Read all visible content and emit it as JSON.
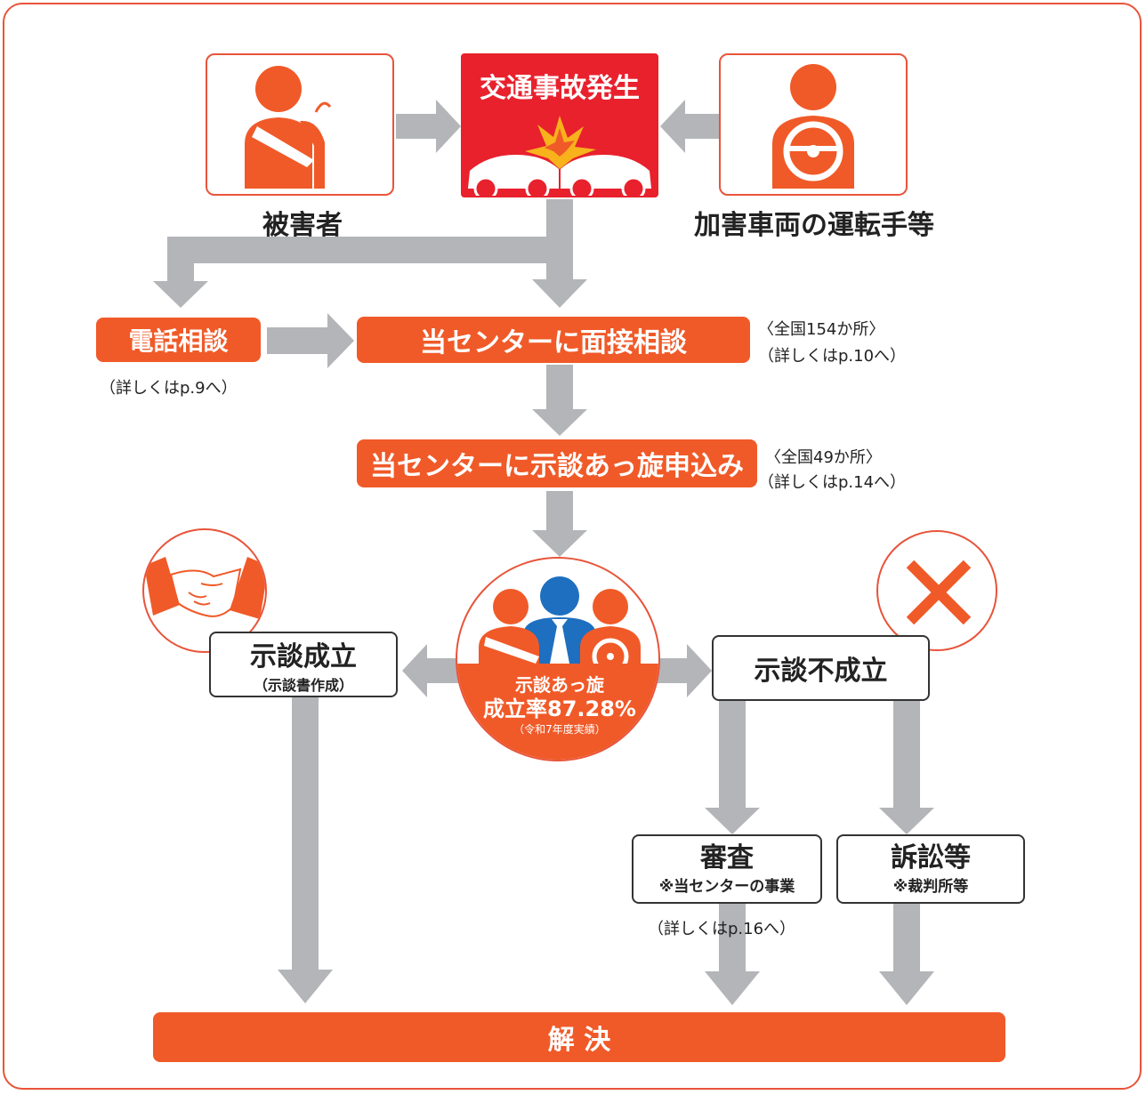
{
  "incident": {
    "title": "交通事故発生"
  },
  "victim": {
    "label": "被害者",
    "icon": "injured-person-arm-sling-icon"
  },
  "driver": {
    "label": "加害車両の運転手等",
    "icon": "driver-steering-wheel-icon"
  },
  "phone_consult": {
    "label": "電話相談",
    "note": "（詳しくはp.9へ）"
  },
  "interview": {
    "label": "当センターに面接相談",
    "note1": "〈全国154か所〉",
    "note2": "（詳しくはp.10へ）"
  },
  "mediation_apply": {
    "label": "当センターに示談あっ旋申込み",
    "note1": "〈全国49か所〉",
    "note2": "（詳しくはp.14へ）"
  },
  "center": {
    "line1": "示談あっ旋",
    "line2": "成立率87.28%",
    "line3": "（令和7年度実績）",
    "icon": "mediator-with-two-parties-icon"
  },
  "success": {
    "title": "示談成立",
    "sub": "（示談書作成）",
    "icon": "handshake-icon"
  },
  "failure": {
    "title": "示談不成立",
    "icon": "cross-mark-icon"
  },
  "review": {
    "title": "審査",
    "sub": "※当センターの事業",
    "note": "（詳しくはp.16へ）"
  },
  "lawsuit": {
    "title": "訴訟等",
    "sub": "※裁判所等"
  },
  "resolution": {
    "label": "解 決"
  },
  "colors": {
    "accent": "#f05a28",
    "incident_red": "#e8212d",
    "arrow_gray": "#b4b5b8",
    "mediator_blue": "#1e6fc0"
  }
}
